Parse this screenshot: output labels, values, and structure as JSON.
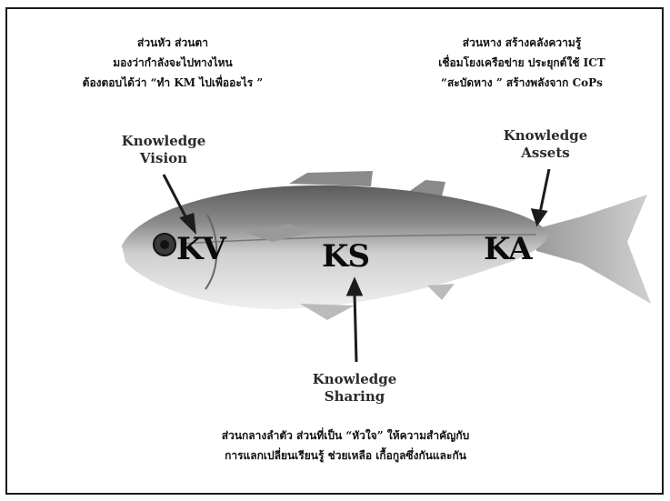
{
  "head_text": {
    "lines": [
      "ส่วนหัว ส่วนตา",
      "มองว่ากำลังจะไปทางไหน",
      "ต้องตอบได้ว่า “ทำ KM ไปเพื่ออะไร ”"
    ]
  },
  "tail_text": {
    "lines": [
      "ส่วนหาง สร้างคลังความรู้",
      "เชื่อมโยงเครือข่าย ประยุกต์ใช้ ICT",
      "“สะบัดหาง ” สร้างพลังจาก CoPs"
    ]
  },
  "body_text": {
    "lines": [
      "ส่วนกลางลำตัว ส่วนที่เป็น “หัวใจ” ให้ความสำคัญกับ",
      "การแลกเปลี่ยนเรียนรู้ ช่วยเหลือ เกื้อกูลซึ่งกันและกัน"
    ]
  },
  "labels": {
    "vision": [
      "Knowledge",
      "Vision"
    ],
    "assets": [
      "Knowledge",
      "Assets"
    ],
    "sharing": [
      "Knowledge",
      "Sharing"
    ]
  },
  "abbr": {
    "kv": "KV",
    "ks": "KS",
    "ka": "KA"
  }
}
